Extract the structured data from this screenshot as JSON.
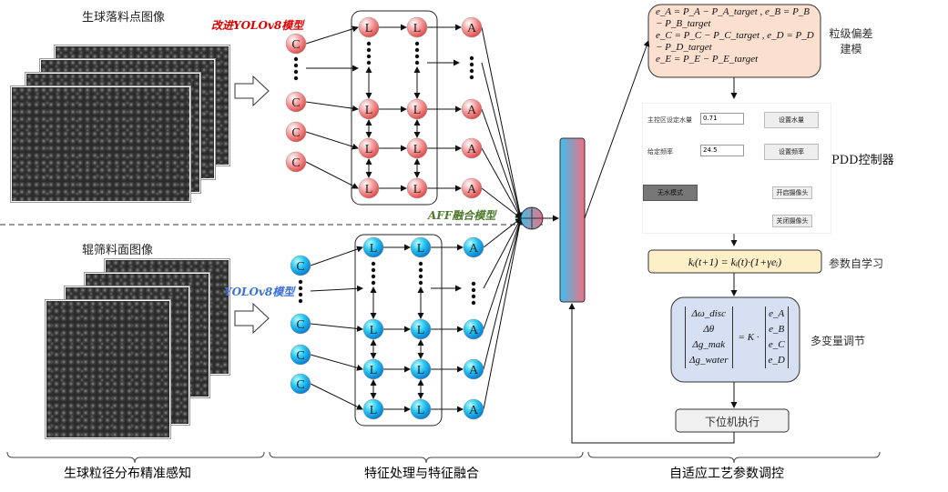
{
  "left": {
    "top_image_title": "生球落料点图像",
    "bottom_image_title": "辊筛料面图像",
    "top_model_label": "改进YOLOv8模型",
    "bottom_model_label": "YOLOv8模型",
    "fusion_label": "AFF融合模型",
    "node_letters": {
      "conv": "C",
      "layer": "L",
      "attention": "A"
    },
    "colors": {
      "top_nodes": "#f08080",
      "bottom_nodes": "#1fa9e6",
      "top_label": "#e00000",
      "bottom_label": "#3a6fd8",
      "fusion_label": "#4a7a2a"
    }
  },
  "right": {
    "deviation_formulas": [
      "e_A = P_A − P_A_target , e_B = P_B − P_B_target",
      "e_C = P_C − P_C_target , e_D = P_D − P_D_target",
      "e_E = P_E − P_E_target"
    ],
    "deviation_label": "粒级偏差建模",
    "controller_label": "PDD控制器",
    "panel": {
      "water_label": "主控区设定水量",
      "water_value": "0.71",
      "set_water_button": "设置水量",
      "freq_label": "给定频率",
      "freq_value": "24.5",
      "set_freq_button": "设置频率",
      "no_water_button": "无水模式",
      "open_camera_button": "开启摄像头",
      "close_camera_button": "关闭摄像头"
    },
    "self_learning_formula": "kᵢ(t+1) = kᵢ(t)·(1+γeᵢ)",
    "self_learning_label": "参数自学习",
    "multivariable": {
      "lhs": [
        "Δω_disc",
        "Δθ",
        "Δg_mak",
        "Δg_water"
      ],
      "op": "= K ·",
      "rhs": [
        "e_A",
        "e_B",
        "e_C",
        "e_D"
      ]
    },
    "multivariable_label": "多变量调节",
    "executor_label": "下位机执行",
    "colors": {
      "deviation_box": "#fbe0d0",
      "learning_box": "#fdefc8",
      "multivar_box": "#d6e0f2",
      "executor_box": "#f0f0f0"
    }
  },
  "sections": [
    "生球粒径分布精准感知",
    "特征处理与特征融合",
    "自适应工艺参数调控"
  ]
}
